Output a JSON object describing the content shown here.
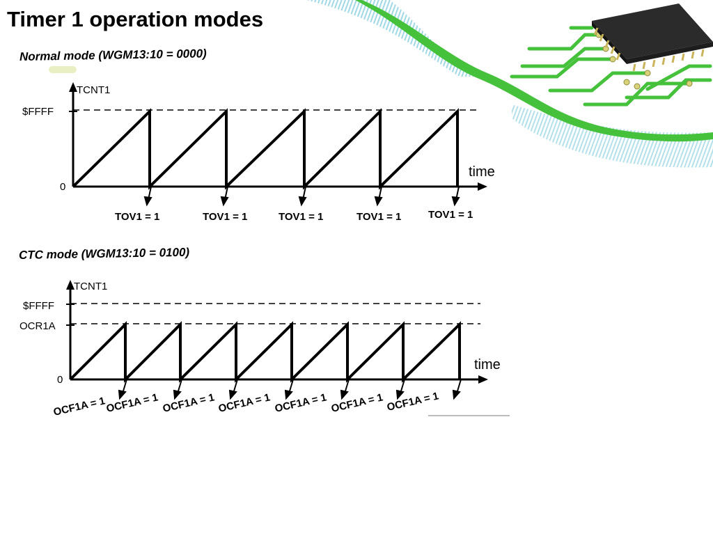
{
  "slide": {
    "title": "Timer 1 operation modes"
  },
  "colors": {
    "accent_green": "#45c13c",
    "accent_light": "#9fd8e6",
    "chip_dark": "#2b2b2b",
    "line": "#000000"
  },
  "normal_mode": {
    "title": "Normal mode (WGM13:10 = 0000)",
    "y_axis_label": "TCNT1",
    "top_label": "$FFFF",
    "zero_label": "0",
    "x_axis_label": "time",
    "events": [
      "TOV1 = 1",
      "TOV1 = 1",
      "TOV1 = 1",
      "TOV1 = 1",
      "TOV1 = 1"
    ]
  },
  "ctc_mode": {
    "title": "CTC mode  (WGM13:10 = 0100)",
    "y_axis_label": "TCNT1",
    "top_label": "$FFFF",
    "compare_label": "OCR1A",
    "zero_label": "0",
    "x_axis_label": "time",
    "events": [
      "OCF1A = 1",
      "OCF1A = 1",
      "OCF1A = 1",
      "OCF1A = 1",
      "OCF1A = 1",
      "OCF1A = 1",
      "OCF1A = 1"
    ]
  },
  "decoration": {
    "icon": "circuit-chip-icon"
  }
}
